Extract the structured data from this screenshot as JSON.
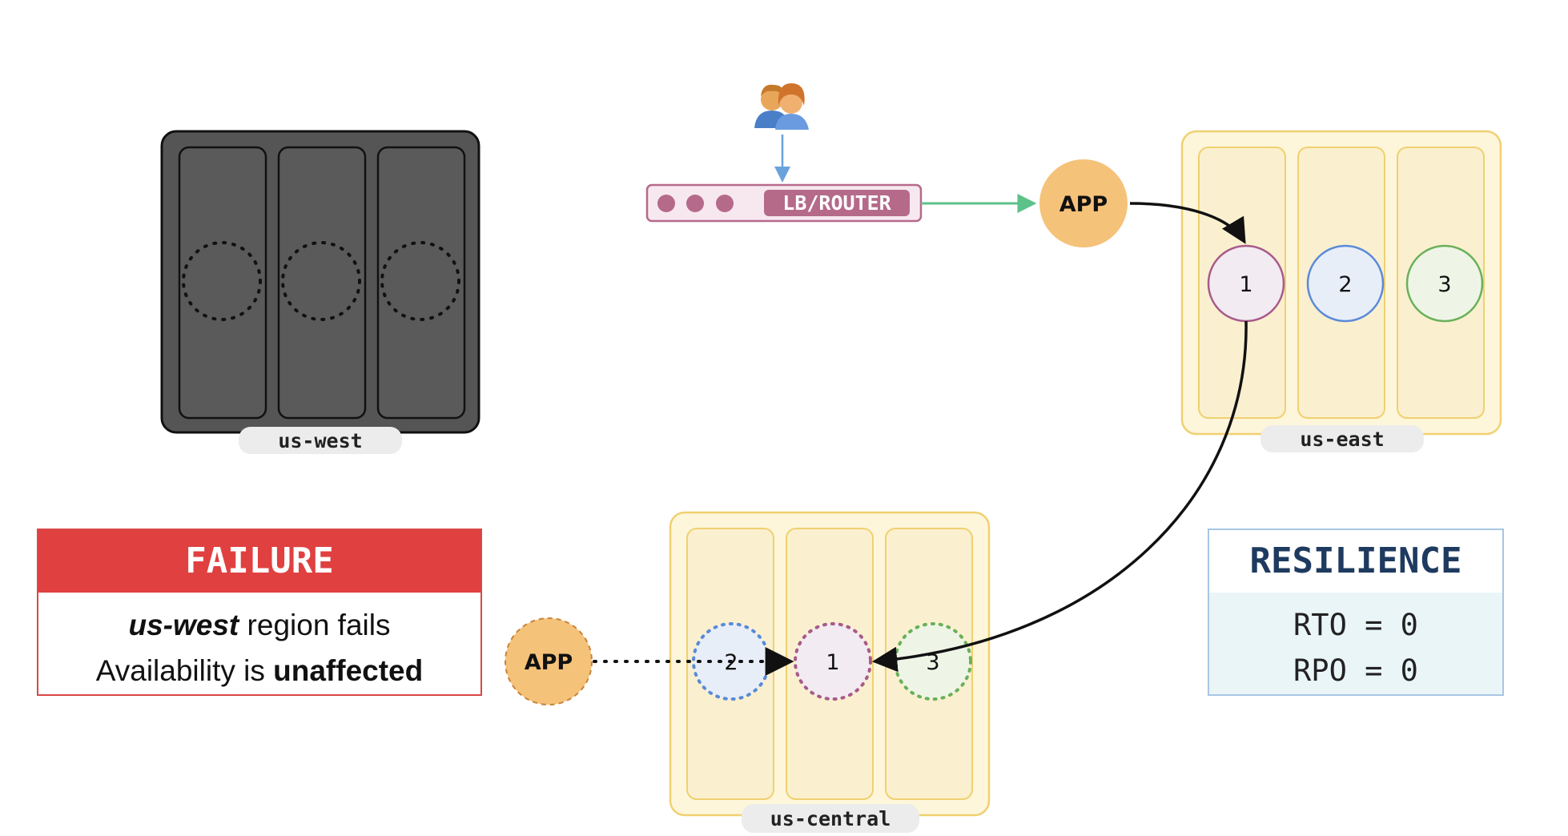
{
  "regions": {
    "west": {
      "label": "us-west",
      "status": "failed"
    },
    "east": {
      "label": "us-east"
    },
    "central": {
      "label": "us-central"
    }
  },
  "users_icon": "people-icon",
  "lb": {
    "label": "LB/ROUTER"
  },
  "apps": {
    "primary": "APP",
    "secondary": "APP"
  },
  "east_nodes": [
    "1",
    "2",
    "3"
  ],
  "central_nodes": [
    "2",
    "1",
    "3"
  ],
  "failure": {
    "title": "FAILURE",
    "line1_em": "us-west",
    "line1_rest": " region fails",
    "line2_start": "Availability is ",
    "line2_strong": "unaffected"
  },
  "resilience": {
    "title": "RESILIENCE",
    "rto": "RTO = 0",
    "rpo": "RPO = 0"
  },
  "colors": {
    "failure_red": "#e04040",
    "region_yellow_border": "#f0d070",
    "region_yellow_fill": "#fdf6da",
    "app_orange": "#f5c27a",
    "lb_pink": "#b56a8a",
    "node1": "#a85a8a",
    "node2": "#5a8ad8",
    "node3": "#6ab05a",
    "failed_region": "#555555"
  }
}
